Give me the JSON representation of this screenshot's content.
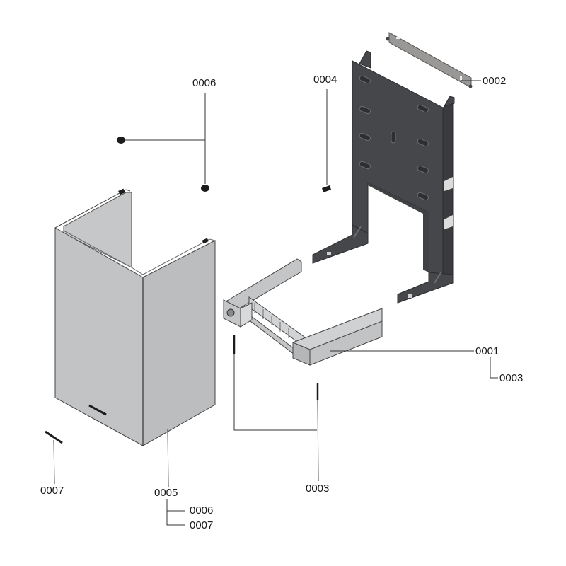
{
  "diagram": {
    "type": "exploded-parts-view",
    "colors": {
      "background": "#ffffff",
      "mounting_frame": "#45474a",
      "mounting_frame_edge": "#2b2c2e",
      "bracket_strip": "#9a9896",
      "casing_front": "#c2c3c5",
      "casing_side": "#bcbdbf",
      "base_frame": "#c4c5c7",
      "leader_line": "#333333",
      "small_parts": "#1c1c1c"
    },
    "parts": [
      {
        "id": "0001",
        "name": "base-frame"
      },
      {
        "id": "0002",
        "name": "top-bracket-strip"
      },
      {
        "id": "0003",
        "name": "screw-pins"
      },
      {
        "id": "0004",
        "name": "small-clip"
      },
      {
        "id": "0005",
        "name": "front-casing"
      },
      {
        "id": "0006",
        "name": "casing-caps"
      },
      {
        "id": "0007",
        "name": "emblem-badge"
      }
    ],
    "labels": {
      "l0001": "0001",
      "l0002": "0002",
      "l0003_sub": "0003",
      "l0003": "0003",
      "l0004": "0004",
      "l0005": "0005",
      "l0005_sub1": "0006",
      "l0005_sub2": "0007",
      "l0006": "0006",
      "l0007": "0007"
    }
  }
}
